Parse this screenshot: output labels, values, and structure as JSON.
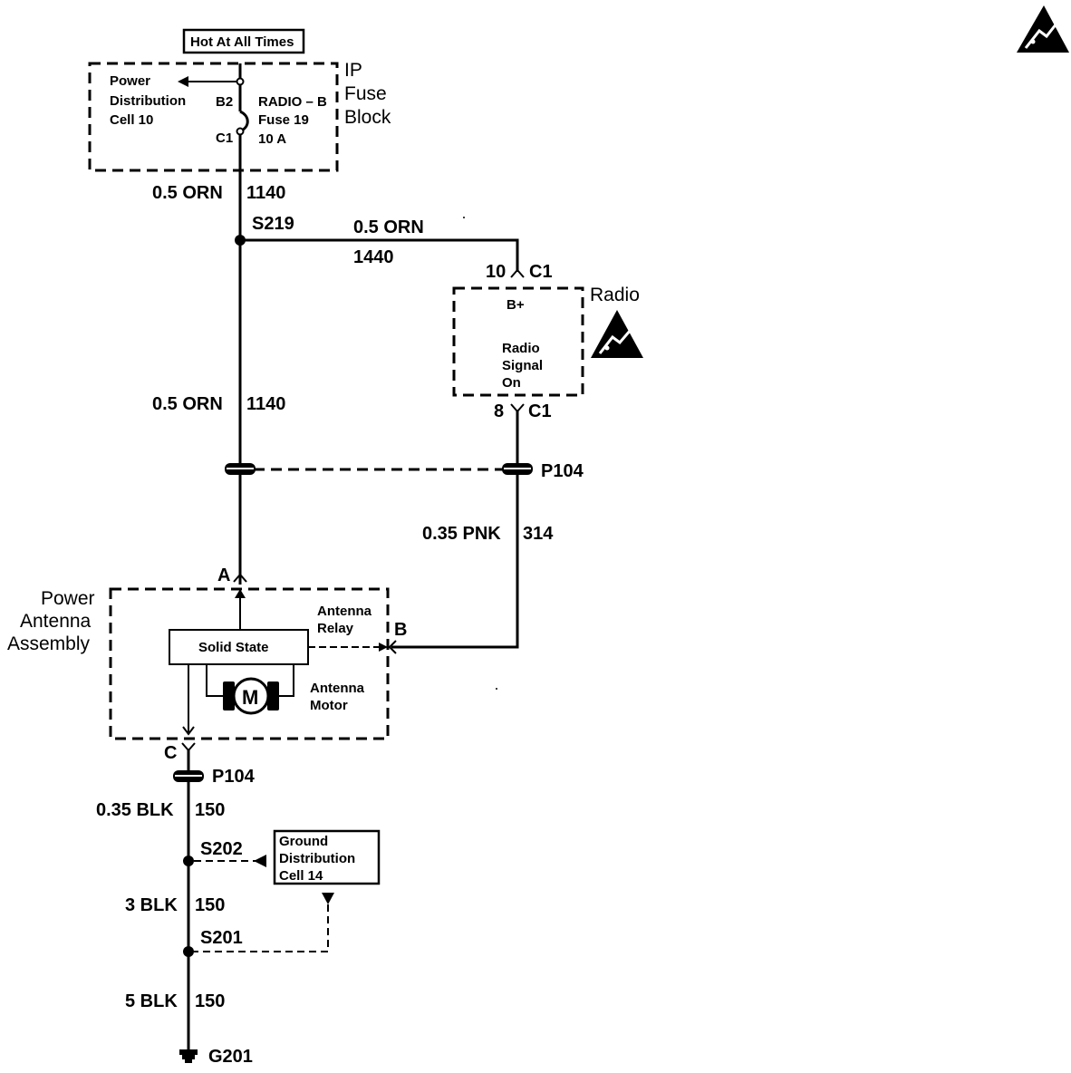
{
  "header": {
    "hot_label": "Hot At All Times"
  },
  "fuse_block": {
    "title_line1": "IP",
    "title_line2": "Fuse",
    "title_line3": "Block",
    "pd_line1": "Power",
    "pd_line2": "Distribution",
    "pd_line3": "Cell 10",
    "pin_top": "B2",
    "pin_bottom": "C1",
    "fuse_line1": "RADIO – B",
    "fuse_line2": "Fuse 19",
    "fuse_line3": "10 A"
  },
  "wires": {
    "orn_top": {
      "gauge": "0.5 ORN",
      "circuit": "1140"
    },
    "splice_s219": "S219",
    "orn_radio": {
      "gauge": "0.5 ORN",
      "circuit": "1440"
    },
    "orn_mid": {
      "gauge": "0.5 ORN",
      "circuit": "1140"
    },
    "pnk": {
      "gauge": "0.35 PNK",
      "circuit": "314"
    },
    "blk_035": {
      "gauge": "0.35 BLK",
      "circuit": "150"
    },
    "blk_3": {
      "gauge": "3 BLK",
      "circuit": "150"
    },
    "blk_5": {
      "gauge": "5 BLK",
      "circuit": "150"
    }
  },
  "radio": {
    "title": "Radio",
    "conn_top_pin": "10",
    "conn_top_id": "C1",
    "bplus": "B+",
    "signal_line1": "Radio",
    "signal_line2": "Signal",
    "signal_line3": "On",
    "conn_bottom_pin": "8",
    "conn_bottom_id": "C1"
  },
  "connectors": {
    "p104_upper": "P104",
    "p104_lower": "P104"
  },
  "antenna": {
    "title_line1": "Power",
    "title_line2": "Antenna",
    "title_line3": "Assembly",
    "pin_a": "A",
    "pin_b": "B",
    "pin_c": "C",
    "solid_state": "Solid State",
    "relay_line1": "Antenna",
    "relay_line2": "Relay",
    "motor_symbol": "M",
    "motor_line1": "Antenna",
    "motor_line2": "Motor"
  },
  "ground": {
    "s202": "S202",
    "s201": "S201",
    "gd_line1": "Ground",
    "gd_line2": "Distribution",
    "gd_line3": "Cell 14",
    "g201": "G201"
  },
  "icons": {
    "esd_corner": "esd-warning-icon",
    "esd_radio": "esd-warning-icon",
    "ground": "ground-symbol-icon"
  },
  "colors": {
    "ink": "#000000",
    "paper": "#ffffff"
  }
}
